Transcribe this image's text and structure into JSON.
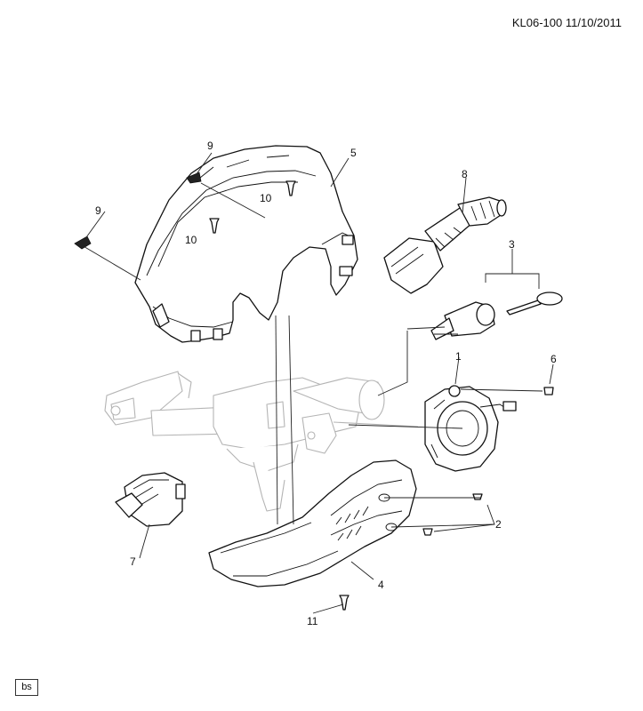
{
  "header": {
    "code": "KL06-100  11/10/2011"
  },
  "footer": {
    "badge": "bs"
  },
  "callouts": {
    "c1": "1",
    "c2": "2",
    "c3": "3",
    "c4": "4",
    "c5": "5",
    "c6": "6",
    "c7": "7",
    "c8": "8",
    "c9a": "9",
    "c9b": "9",
    "c10a": "10",
    "c10b": "10",
    "c11": "11"
  },
  "colors": {
    "line": "#111111",
    "ghost": "#b4b4b4",
    "background": "#ffffff"
  }
}
